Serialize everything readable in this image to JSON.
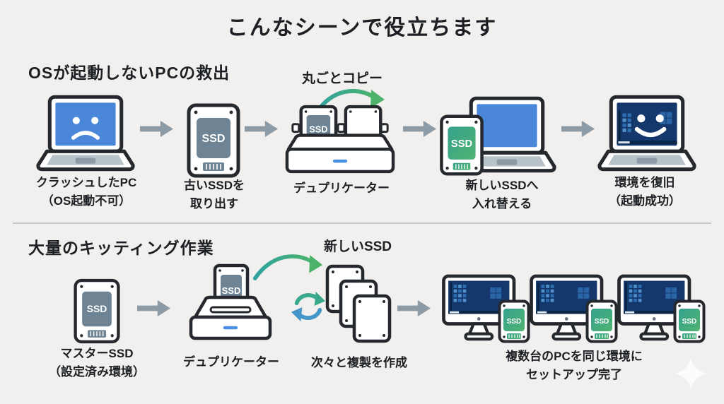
{
  "title": "こんなシーンで役立ちます",
  "ssd_label": "SSD",
  "colors": {
    "background": "#f1f0ee",
    "text": "#1c1f23",
    "arrow_gray": "#8d9ba6",
    "screen_blue": "#4a87d8",
    "desktop_navy": "#14386b",
    "ssd_gray": "#6e8494",
    "ssd_green_start": "#35a18f",
    "ssd_green_end": "#4fb470",
    "led_blue": "#4a90e2",
    "divider": "#c6c6c4"
  },
  "section1": {
    "heading": "OSが起動しないPCの救出",
    "copy_note": "丸ごとコピー",
    "steps": [
      {
        "line1": "クラッシュしたPC",
        "line2": "（OS起動不可）"
      },
      {
        "line1": "古いSSDを",
        "line2": "取り出す"
      },
      {
        "line1": "デュプリケーター",
        "line2": ""
      },
      {
        "line1": "新しいSSDへ",
        "line2": "入れ替える"
      },
      {
        "line1": "環境を復旧",
        "line2": "（起動成功）"
      }
    ]
  },
  "section2": {
    "heading": "大量のキッティング作業",
    "new_ssd_note": "新しいSSD",
    "steps": [
      {
        "line1": "マスターSSD",
        "line2": "（設定済み環境）"
      },
      {
        "line1": "デュプリケーター",
        "line2": ""
      },
      {
        "line1": "次々と複製を作成",
        "line2": ""
      },
      {
        "line1": "複数台のPCを同じ環境に",
        "line2": "セットアップ完了"
      }
    ]
  }
}
